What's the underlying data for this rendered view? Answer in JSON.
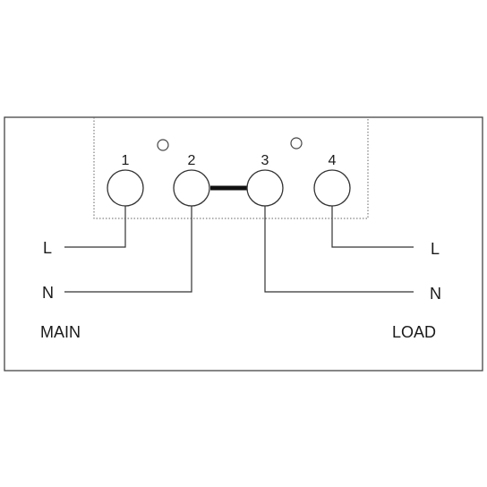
{
  "terminals": [
    {
      "number": "1"
    },
    {
      "number": "2"
    },
    {
      "number": "3"
    },
    {
      "number": "4"
    }
  ],
  "main": {
    "title": "MAIN",
    "line_label": "L",
    "neutral_label": "N"
  },
  "load": {
    "title": "LOAD",
    "line_label": "L",
    "neutral_label": "N"
  },
  "colors": {
    "line": "#333333",
    "outline": "#444444",
    "dotted_outline": "#666666",
    "jumper": "#111111"
  }
}
